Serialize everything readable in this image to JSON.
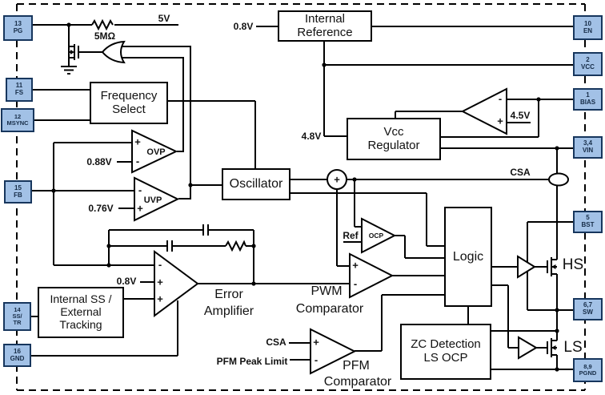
{
  "title": "Power converter IC functional block diagram",
  "colors": {
    "pin_fill": "#a2c1e6",
    "pin_border": "#17365d",
    "wire": "#000000",
    "background": "#ffffff"
  },
  "pins": {
    "left": [
      {
        "number": "13",
        "name": "PG"
      },
      {
        "number": "11",
        "name": "FS"
      },
      {
        "number": "12",
        "name": "MSYNC"
      },
      {
        "number": "15",
        "name": "FB"
      },
      {
        "number": "14",
        "name": "SS/",
        "name_line2": "TR"
      },
      {
        "number": "16",
        "name": "GND"
      }
    ],
    "right": [
      {
        "number": "10",
        "name": "EN"
      },
      {
        "number": "2",
        "name": "VCC"
      },
      {
        "number": "1",
        "name": "BIAS"
      },
      {
        "number": "3,4",
        "name": "VIN"
      },
      {
        "number": "5",
        "name": "BST"
      },
      {
        "number": "6,7",
        "name": "SW"
      },
      {
        "number": "8,9",
        "name": "PGND"
      }
    ]
  },
  "blocks": {
    "internal_reference": {
      "line1": "Internal",
      "line2": "Reference"
    },
    "frequency_select": {
      "line1": "Frequency",
      "line2": "Select"
    },
    "oscillator": {
      "line1": "Oscillator"
    },
    "vcc_regulator": {
      "line1": "Vcc",
      "line2": "Regulator"
    },
    "ss_tracking": {
      "line1": "Internal SS /",
      "line2": "External",
      "line3": "Tracking"
    },
    "logic": {
      "line1": "Logic"
    },
    "zc_detection": {
      "line1": "ZC Detection",
      "line2": "LS OCP"
    }
  },
  "labels": {
    "v5": "5V",
    "r5m": "5MΩ",
    "v08_top": "0.8V",
    "v48": "4.8V",
    "v45": "4.5V",
    "v088": "0.88V",
    "v076": "0.76V",
    "v08_ea": "0.8V",
    "csa_top": "CSA",
    "csa_in": "CSA",
    "pfm_peak": "PFM Peak Limit",
    "ref": "Ref",
    "ovp": "OVP",
    "uvp": "UVP",
    "ocp": "OCP",
    "error1": "Error",
    "error2": "Amplifier",
    "pwm1": "PWM",
    "pwm2": "Comparator",
    "pfm1": "PFM",
    "pfm2": "Comparator",
    "hs": "HS",
    "ls": "LS"
  },
  "sym": {
    "plus": "+",
    "minus": "-"
  }
}
